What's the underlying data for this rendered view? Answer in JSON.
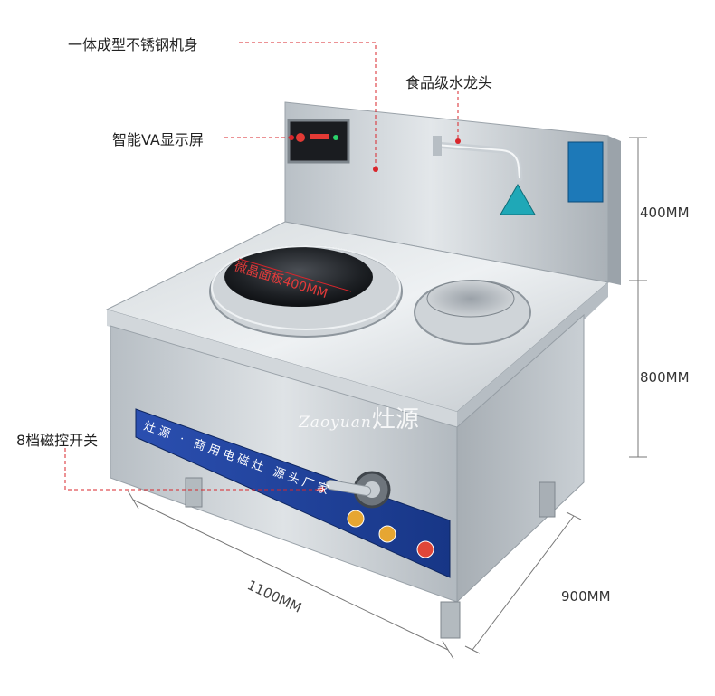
{
  "callouts": {
    "body": "一体成型不锈钢机身",
    "faucet": "食品级水龙头",
    "display": "智能VA显示屏",
    "switch": "8档磁控开关",
    "panel": "微晶面板400MM"
  },
  "dimensions": {
    "height_back": "400MM",
    "height_body": "800MM",
    "width": "1100MM",
    "depth": "900MM"
  },
  "watermark": {
    "latin": "Zaoyuan",
    "chinese": "灶源"
  },
  "front_band": {
    "brand": "灶源 · 商用电磁灶 源头厂家"
  },
  "colors": {
    "callout_red": "#d9252b",
    "band_blue": "#1c3f9a",
    "steel": "#c6ccd1"
  }
}
